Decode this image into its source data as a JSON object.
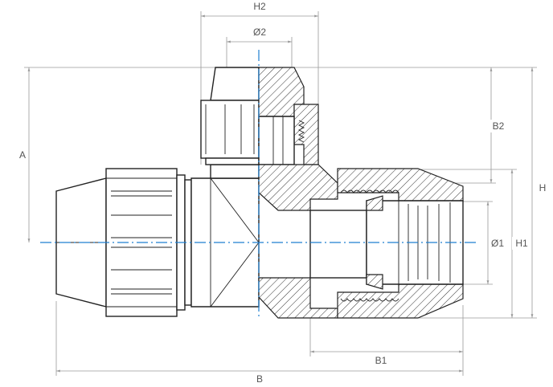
{
  "labels": {
    "h2": "H2",
    "d2": "Ø2",
    "a": "A",
    "b2": "B2",
    "h": "H",
    "d1": "Ø1",
    "h1": "H1",
    "b1": "B1",
    "b": "B"
  },
  "colors": {
    "axis": "#1f7fd0",
    "line": "#222222",
    "dimension": "#9a9a9a"
  }
}
